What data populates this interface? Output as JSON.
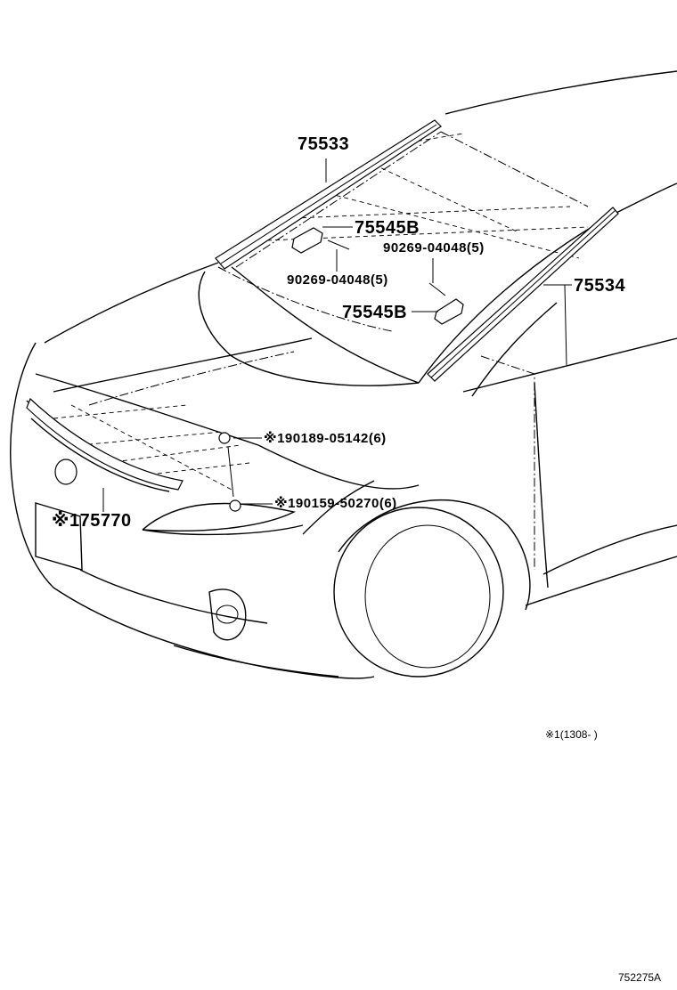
{
  "callouts": [
    {
      "id": "c1",
      "text": "75533"
    },
    {
      "id": "c2",
      "text": "75545B"
    },
    {
      "id": "c3",
      "text": "90269-04048(5)"
    },
    {
      "id": "c4",
      "text": "90269-04048(5)"
    },
    {
      "id": "c5",
      "text": "75534"
    },
    {
      "id": "c6",
      "text": "75545B"
    },
    {
      "id": "c7",
      "text": "※190189-05142(6)"
    },
    {
      "id": "c8",
      "text": "※190159-50270(6)"
    },
    {
      "id": "c9",
      "text": "※175770"
    }
  ],
  "footnote": "※1(1308-     )",
  "illustration_id": "752275A"
}
